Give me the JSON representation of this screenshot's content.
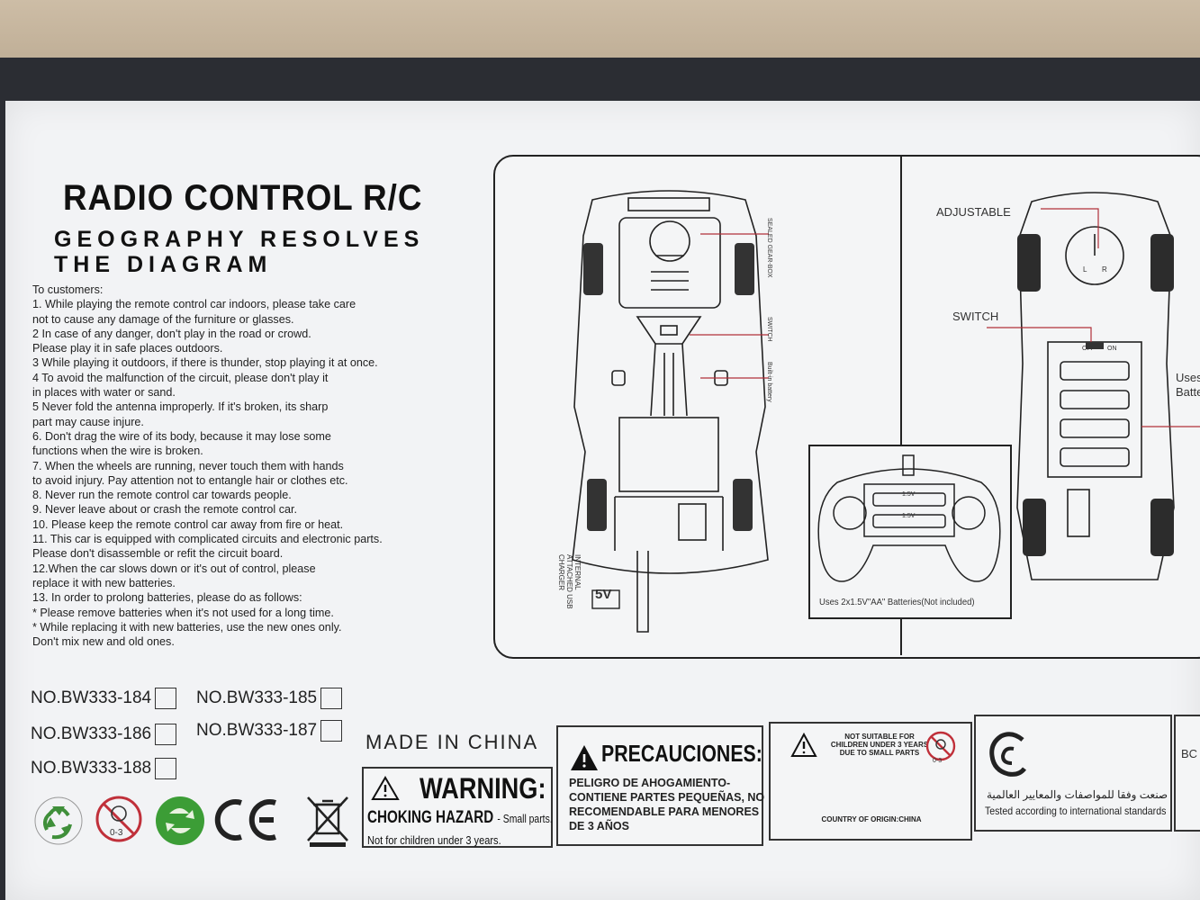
{
  "header": {
    "title": "RADIO CONTROL R/C",
    "subtitle": "GEOGRAPHY RESOLVES THE DIAGRAM"
  },
  "instructions": [
    "  To customers:",
    " 1.  While playing the remote control car indoors, please take care",
    "      not to cause any damage of the furniture or glasses.",
    " 2  In case of any danger, don't play in the road or crowd.",
    "      Please play it in safe places outdoors.",
    " 3   While playing it outdoors, if there is thunder, stop playing it at once.",
    " 4   To avoid the malfunction of the circuit, please don't play it",
    "      in places with water or sand.",
    " 5   Never fold the antenna improperly. If it's broken, its sharp",
    "      part may cause injure.",
    " 6.  Don't drag the wire of its body, because it may lose some",
    "      functions when the wire is broken.",
    " 7.  When the wheels are running, never touch them with hands",
    "      to avoid injury. Pay attention not to entangle hair or clothes etc.",
    " 8.  Never run the remote control car towards people.",
    " 9.  Never leave about or crash the remote control car.",
    "10. Please keep the remote control car away from fire or heat.",
    "11. This car is equipped with complicated circuits and electronic parts.",
    "      Please don't disassemble or refit the circuit board.",
    "12.When the car slows down or it's out of control, please",
    "      replace it with new batteries.",
    "13.  In order to prolong batteries, please do as follows:",
    "      * Please remove batteries when it's not used for a long time.",
    "      * While replacing it with new batteries, use the new ones only.",
    "        Don't mix new and old ones."
  ],
  "models": [
    "NO.BW333-184",
    "NO.BW333-185",
    "NO.BW333-186",
    "NO.BW333-187",
    "NO.BW333-188"
  ],
  "made_in": "MADE  IN  CHINA",
  "diagram": {
    "labels": {
      "gearbox": "SEALED GEAR-BOX",
      "switch_side": "SWITCH",
      "battery": "Built-in battery",
      "charger": "INTERNAL ATTACHED USB CHARGER",
      "volt": "5V",
      "adjustable": "ADJUSTABLE",
      "switch": "SWITCH",
      "uses_right": "Uses",
      "batt_right": "Batte",
      "remote_batteries": "Uses 2x1.5V\"AA\" Batteries(Not included)",
      "cell": "1.5V",
      "off": "OFF",
      "on": "ON",
      "left": "L",
      "right": "R"
    }
  },
  "warnings": {
    "warning_title": "WARNING:",
    "choking": "CHOKING HAZARD",
    "small_parts": "- Small parts.",
    "not_for": "Not for children under 3 years.",
    "precaution_title": "PRECAUCIONES:",
    "precaution_body": "PELIGRO DE AHOGAMIENTO- CONTIENE PARTES PEQUEÑAS, NO RECOMENDABLE PARA MENORES DE 3 AÑOS",
    "ar_top": "NOT SUITABLE FOR CHILDREN UNDER 3 YEARS DUE TO SMALL PARTS",
    "ar_body": "COUNTRY OF ORIGIN:CHINA",
    "intl_ar": "صنعت وفقا للمواصفات والمعايير العالمية",
    "intl_en": "Tested according to international standards",
    "age": "0-3",
    "bc": "BC"
  },
  "icons": [
    "recycle-icon",
    "no-small-children-icon",
    "green-dot-icon",
    "ce-mark-icon",
    "crossed-bin-icon"
  ]
}
